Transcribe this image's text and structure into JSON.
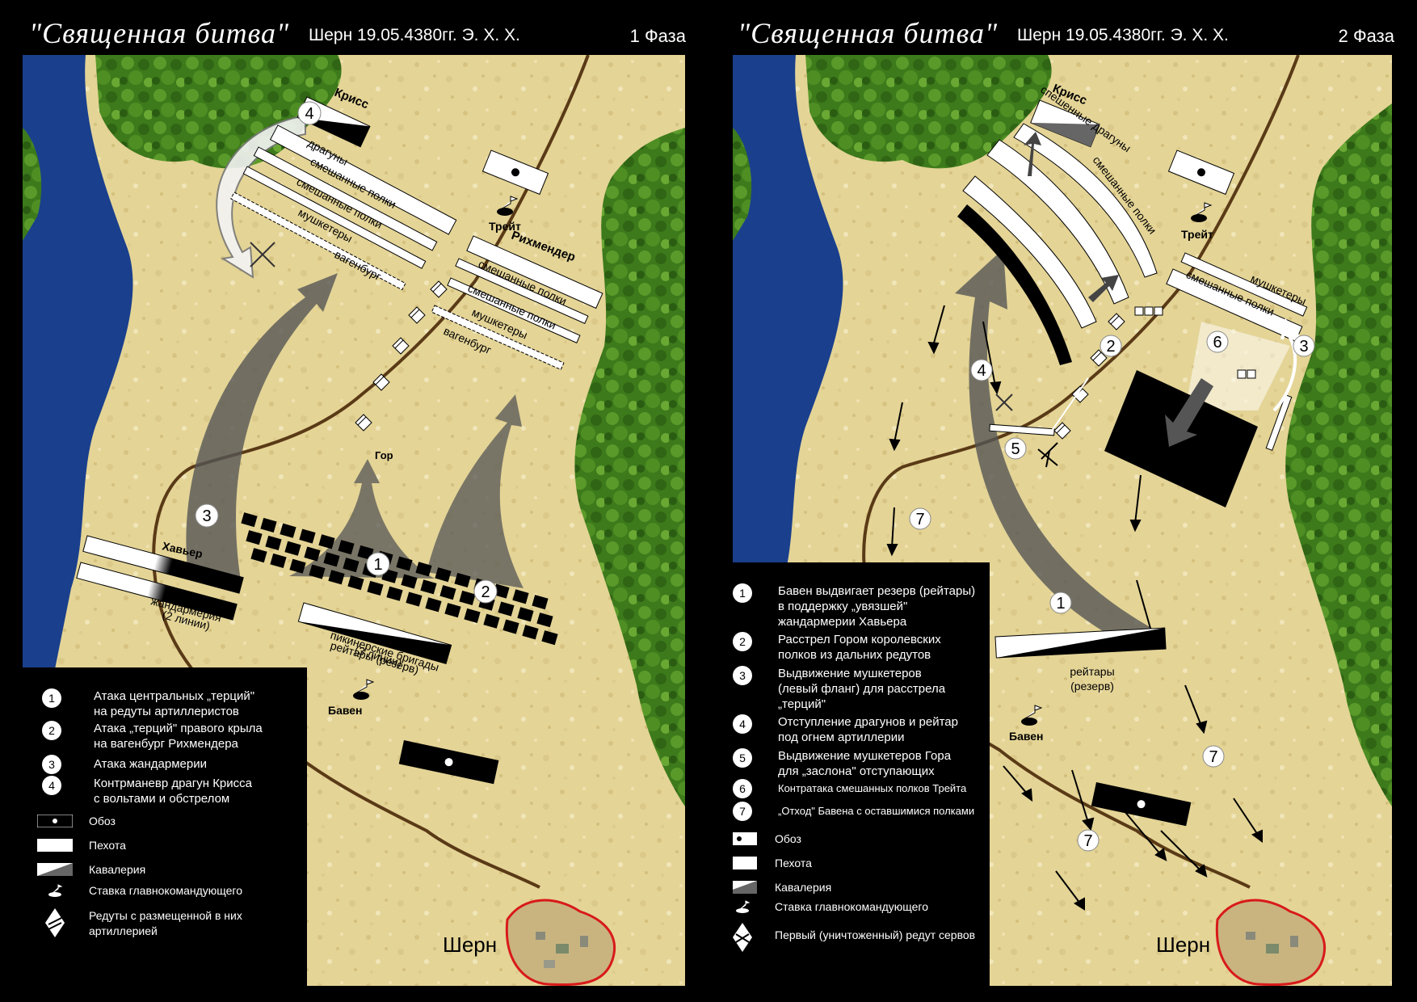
{
  "phase1": {
    "title": "\"Священная  битва\"",
    "subtitle": "Шерн    19.05.4380гг.  Э. Х. Х.",
    "phase": "1 Фаза",
    "labels": {
      "kriss": "Крисс",
      "dragoons": "драгуны",
      "mixed1": "смешанные полки",
      "mixed2": "смешанные полки",
      "musketeers": "мушкетеры",
      "wagenburg": "вагенбург",
      "treit": "Трейт",
      "richmender": "Рихмендер",
      "r_mixed1": "смешанные полки",
      "r_mixed2": "смешанные полки",
      "r_musketeers": "мушкетеры",
      "r_wagenburg": "вагенбург",
      "gor": "Гор",
      "xavier": "Хавьер",
      "gendarmerie": "жандармерия",
      "gendarmerie2": "(2 линии)",
      "pikemen": "пикинерские бригады",
      "pikemen2": "(3 линии)",
      "reiters": "рейтары (резерв)",
      "baven": "Бавен",
      "shern": "Шерн"
    },
    "arrow_numbers": [
      "1",
      "2",
      "3",
      "4"
    ],
    "legend": [
      {
        "num": "1",
        "text": "Атака центральных „терций\"\nна редуты артиллеристов"
      },
      {
        "num": "2",
        "text": "Атака „терций\" правого крыла\nна вагенбург  Рихмендера"
      },
      {
        "num": "3",
        "text": "Атака жандармерии"
      },
      {
        "num": "4",
        "text": "Контрманевр драгун Крисса\nс вольтами и обстрелом"
      }
    ],
    "key": [
      {
        "icon": "supply-train",
        "text": "Обоз"
      },
      {
        "icon": "infantry",
        "text": "Пехота"
      },
      {
        "icon": "cavalry",
        "text": "Кавалерия"
      },
      {
        "icon": "hq",
        "text": "Ставка главнокомандующего"
      },
      {
        "icon": "redoubt",
        "text": "Редуты с размещенной в них\nартиллерией"
      }
    ]
  },
  "phase2": {
    "title": "\"Священная  битва\"",
    "subtitle": "Шерн    19.05.4380гг.  Э. Х. Х.",
    "phase": "2 Фаза",
    "labels": {
      "kriss": "Крисс",
      "dismounted": "спешенные драгуны",
      "mixed": "смешанные полки",
      "treit": "Трейт",
      "musketeers": "мушкетеры",
      "r_mixed": "смешанные полки",
      "reiters": "рейтары",
      "reiters2": "(резерв)",
      "baven": "Бавен",
      "shern": "Шерн"
    },
    "arrow_numbers": [
      "1",
      "2",
      "3",
      "4",
      "5",
      "6",
      "7",
      "7",
      "7"
    ],
    "legend": [
      {
        "num": "1",
        "text": "Бавен выдвигает резерв (рейтары)\nв поддержку „увязшей\"\nжандармерии Хавьера"
      },
      {
        "num": "2",
        "text": "Расстрел Гором королевских\nполков из дальних редутов"
      },
      {
        "num": "3",
        "text": "Выдвижение мушкетеров\n(левый фланг) для расстрела\n„терций\""
      },
      {
        "num": "4",
        "text": "Отступление драгунов и рейтар\nпод огнем артиллерии"
      },
      {
        "num": "5",
        "text": "Выдвижение мушкетеров Гора\nдля „заслона\" отступающих"
      },
      {
        "num": "6",
        "text": "Контратака смешанных полков Трейта"
      },
      {
        "num": "7",
        "text": "„Отход\" Бавена с оставшимися полками"
      }
    ],
    "key": [
      {
        "icon": "supply-train",
        "text": "Обоз"
      },
      {
        "icon": "infantry",
        "text": "Пехота"
      },
      {
        "icon": "cavalry",
        "text": "Кавалерия"
      },
      {
        "icon": "hq",
        "text": "Ставка главнокомандующего"
      },
      {
        "icon": "destroyed-redoubt",
        "text": "Первый (уничтоженный) редут  сервов"
      }
    ]
  },
  "colors": {
    "sand": "#e6d79a",
    "forest": "#3f7d1c",
    "river": "#1a3f8c",
    "road": "#5a3a16",
    "town_border": "#d81a1a"
  }
}
